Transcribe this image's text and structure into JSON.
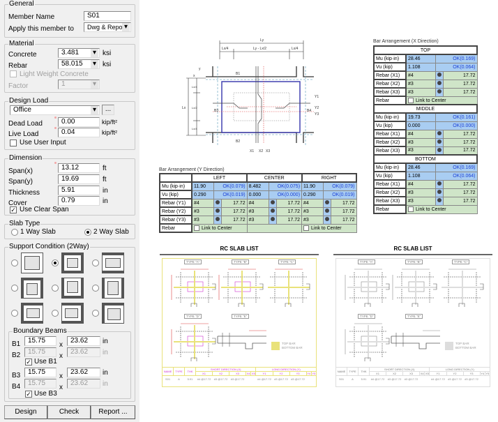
{
  "general": {
    "title": "General",
    "member_name_label": "Member Name",
    "member_name": "S01",
    "apply_label": "Apply this member to",
    "apply_value": "Dwg & Repor"
  },
  "material": {
    "title": "Material",
    "concrete_label": "Concrete",
    "concrete": "3.481",
    "rebar_label": "Rebar",
    "rebar": "58.015",
    "unit": "ksi",
    "lwc_label": "Light Weight Concrete",
    "factor_label": "Factor",
    "factor": "1"
  },
  "design_load": {
    "title": "Design Load",
    "type": "Office",
    "more": "...",
    "dead_label": "Dead Load",
    "dead": "0.00",
    "live_label": "Live Load",
    "live": "0.04",
    "unit": "kip/ft²",
    "user_input_label": "Use User Input"
  },
  "dimension": {
    "title": "Dimension",
    "spanx_label": "Span(x)",
    "spanx": "13.12",
    "spany_label": "Span(y)",
    "spany": "19.69",
    "ft": "ft",
    "thk_label": "Thickness",
    "thk": "5.91",
    "cover_label": "Cover",
    "cover": "0.79",
    "in": "in",
    "clear_label": "Use Clear Span"
  },
  "slab_type": {
    "title": "Slab Type",
    "one_way": "1 Way Slab",
    "two_way": "2 Way Slab"
  },
  "support": {
    "title": "Support Condition (2Way)",
    "selected": 1
  },
  "beams": {
    "title": "Boundary Beams",
    "b1": "B1",
    "b2": "B2",
    "b3": "B3",
    "b4": "B4",
    "x": "x",
    "in": "in",
    "b1w": "15.75",
    "b1h": "23.62",
    "b2w": "15.75",
    "b2h": "23.62",
    "b3w": "15.75",
    "b3h": "23.62",
    "b4w": "15.75",
    "b4h": "23.62",
    "use_b1": "Use B1",
    "use_b3": "Use B3"
  },
  "buttons": {
    "design": "Design",
    "check": "Check",
    "report": "Report ..."
  },
  "diagram": {
    "ly": "Ly",
    "lx": "Lx",
    "ly4a": "Lx/4",
    "lymid": "Ly - Lx/2",
    "ly4b": "Lx/4",
    "lx4a": "Lx/4",
    "lx2": "Lx/2",
    "lx4b": "Lx/4",
    "b1": "B1",
    "b2": "B2",
    "b3": "B3",
    "b4": "B4",
    "y1": "Y1",
    "y2": "Y2",
    "y3": "Y3",
    "x1": "X1",
    "x2": "X2",
    "x3": "X3",
    "axis_y": "y",
    "axis_x": "x"
  },
  "bar_x": {
    "title": "Bar Arrangement (X Direction)",
    "sections": [
      {
        "name": "TOP",
        "mu": [
          "28.46",
          "OK(0.169)"
        ],
        "vu": [
          "1.108",
          "OK(0.064)"
        ],
        "rebars": [
          [
            "Rebar (X1)",
            "#4",
            "17.72"
          ],
          [
            "Rebar (X2)",
            "#3",
            "17.72"
          ],
          [
            "Rebar (X3)",
            "#3",
            "17.72"
          ]
        ],
        "link": "Link to Center"
      },
      {
        "name": "MIDDLE",
        "mu": [
          "19.73",
          "OK(0.161)"
        ],
        "vu": [
          "0.000",
          "OK(0.000)"
        ],
        "rebars": [
          [
            "Rebar (X1)",
            "#4",
            "17.72"
          ],
          [
            "Rebar (X2)",
            "#3",
            "17.72"
          ],
          [
            "Rebar (X3)",
            "#3",
            "17.72"
          ]
        ]
      },
      {
        "name": "BOTTOM",
        "mu": [
          "28.46",
          "OK(0.169)"
        ],
        "vu": [
          "1.108",
          "OK(0.064)"
        ],
        "rebars": [
          [
            "Rebar (X1)",
            "#4",
            "17.72"
          ],
          [
            "Rebar (X2)",
            "#3",
            "17.72"
          ],
          [
            "Rebar (X3)",
            "#3",
            "17.72"
          ]
        ],
        "link": "Link to Center"
      }
    ],
    "mu_label": "Mu (kip·in)",
    "vu_label": "Vu (kip)",
    "rebar_label": "Rebar"
  },
  "bar_y": {
    "title": "Bar Arrangement (Y Direction)",
    "cols": [
      "LEFT",
      "CENTER",
      "RIGHT"
    ],
    "mu_label": "Mu (kip·in)",
    "vu_label": "Vu (kip)",
    "rebar_label": "Rebar",
    "mu": [
      [
        "11.90",
        "OK(0.079)"
      ],
      [
        "8.482",
        "OK(0.075)"
      ],
      [
        "11.90",
        "OK(0.079)"
      ]
    ],
    "vu": [
      [
        "0.290",
        "OK(0.019)"
      ],
      [
        "0.000",
        "OK(0.000)"
      ],
      [
        "0.290",
        "OK(0.019)"
      ]
    ],
    "rebars": [
      {
        "label": "Rebar (Y1)",
        "vals": [
          [
            "#4",
            "17.72"
          ],
          [
            "#4",
            "17.72"
          ],
          [
            "#4",
            "17.72"
          ]
        ]
      },
      {
        "label": "Rebar (Y2)",
        "vals": [
          [
            "#3",
            "17.72"
          ],
          [
            "#3",
            "17.72"
          ],
          [
            "#3",
            "17.72"
          ]
        ]
      },
      {
        "label": "Rebar (Y3)",
        "vals": [
          [
            "#3",
            "17.72"
          ],
          [
            "#3",
            "17.72"
          ],
          [
            "#3",
            "17.72"
          ]
        ]
      }
    ],
    "link": "Link to Center"
  },
  "slab_list": {
    "title": "RC SLAB LIST",
    "types": [
      "TYPE \"A\"",
      "TYPE \"B\"",
      "TYPE \"C\"",
      "TYPE \"D\"",
      "TYPE \"E\""
    ],
    "legend": [
      "TOP BAR",
      "BOTTOM BAR"
    ],
    "headers": [
      "NAME",
      "TYPE",
      "THK"
    ],
    "short": "SHORT DIRECTION (X)",
    "long": "LONG DIRECTION (Y)",
    "xcols": [
      "X1",
      "X2",
      "X3",
      "X4",
      "X5"
    ],
    "ycols": [
      "Y1",
      "Y2",
      "Y3",
      "Y4",
      "Y5"
    ],
    "row": {
      "name": "S01",
      "type": "A",
      "thk": "5.91",
      "x": [
        "#4 @17.72",
        "#3 @17.72",
        "#3 @17.72",
        "",
        ""
      ],
      "y": [
        "#4 @17.72",
        "#3 @17.72",
        "#3 @17.72",
        "",
        ""
      ]
    }
  }
}
